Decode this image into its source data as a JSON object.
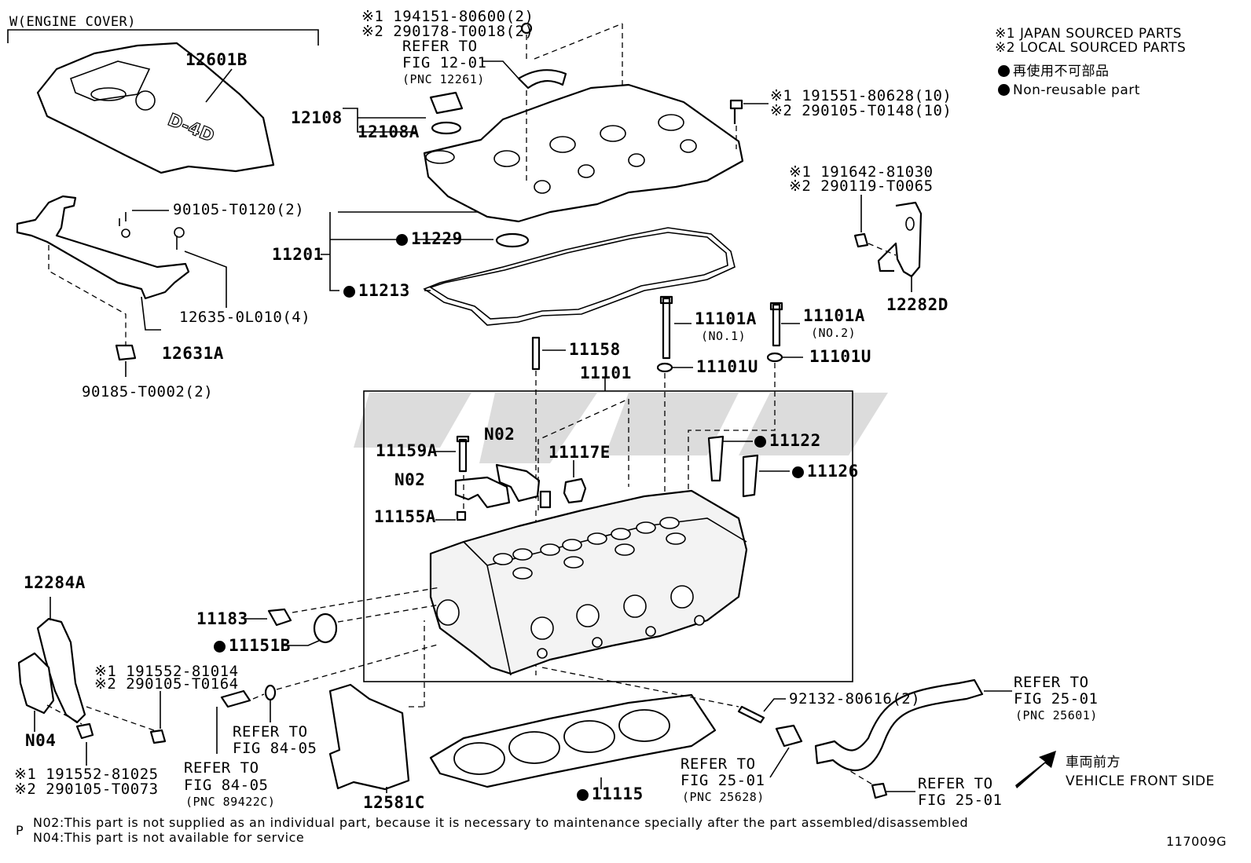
{
  "header": {
    "section": "W(ENGINE COVER)"
  },
  "legend": {
    "l1": "※1 JAPAN SOURCED PARTS",
    "l2": "※2 LOCAL SOURCED PARTS",
    "l3": "再使用不可部品",
    "l4": "Non-reusable part"
  },
  "parts": {
    "p12601B": "12601B",
    "p90105_T0120": "90105-T0120(2)",
    "p12635": "12635-0L010(4)",
    "p12631A": "12631A",
    "p90185": "90185-T0002(2)",
    "r194151a": "※1 194151-80600(2)",
    "r194151b": "※2 290178-T0018(2)",
    "ref1201a": "REFER TO",
    "ref1201b": "FIG 12-01",
    "ref1201c": "(PNC 12261)",
    "p12108": "12108",
    "p12108A": "12108A",
    "p11201": "11201",
    "p11229": "11229",
    "p11213": "11213",
    "r191551a": "※1 191551-80628(10)",
    "r191551b": "※2 290105-T0148(10)",
    "r191642a": "※1 191642-81030",
    "r191642b": "※2 290119-T0065",
    "p12282D": "12282D",
    "p11101A1": "11101A",
    "p11101A1n": "(NO.1)",
    "p11101A2": "11101A",
    "p11101A2n": "(NO.2)",
    "p11101U1": "11101U",
    "p11101U2": "11101U",
    "p11158": "11158",
    "p11101": "11101",
    "p11159A": "11159A",
    "pN02a": "N02",
    "pN02b": "N02",
    "p11117E": "11117E",
    "p11122": "11122",
    "p11126": "11126",
    "p11155A": "11155A",
    "p12284A": "12284A",
    "p11183": "11183",
    "p11151B": "11151B",
    "r191552a": "※1 191552-81014",
    "r191552b": "※2 290105-T0164",
    "pN04": "N04",
    "r191552c": "※1 191552-81025",
    "r191552d": "※2 290105-T0073",
    "ref8405a": "REFER TO",
    "ref8405b": "FIG 84-05",
    "ref8405c": "REFER TO",
    "ref8405d": "FIG 84-05",
    "ref8405e": "(PNC 89422C)",
    "p12581C": "12581C",
    "p11115": "11115",
    "p92132": "92132-80616(2)",
    "ref2501a": "REFER TO",
    "ref2501b": "FIG 25-01",
    "ref2501c": "(PNC 25628)",
    "ref2501d": "REFER TO",
    "ref2501e": "FIG 25-01",
    "ref2501f": "(PNC 25601)",
    "ref2501g": "REFER TO",
    "ref2501h": "FIG 25-01",
    "front_jp": "車両前方",
    "front_en": "VEHICLE FRONT SIDE"
  },
  "footer": {
    "p": "P",
    "n02": "N02:This part is not supplied as an individual part, because it is necessary to maintenance specially after the part assembled/disassembled",
    "n04": "N04:This part is not available for service",
    "code": "117009G"
  }
}
